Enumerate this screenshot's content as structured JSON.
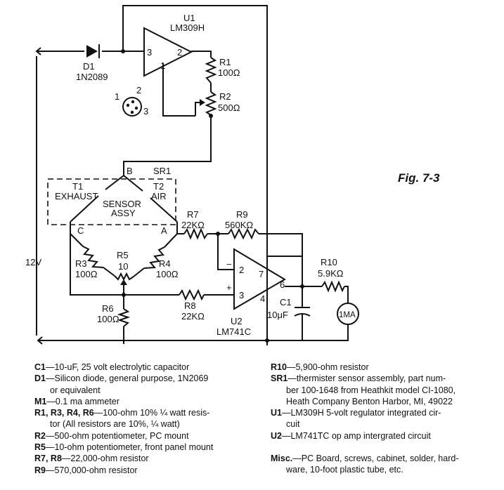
{
  "figure_caption": "Fig. 7-3",
  "schematic": {
    "u1": {
      "ref": "U1",
      "part": "LM309H",
      "pin_in": "3",
      "pin_out": "2",
      "pin_gnd": "1"
    },
    "d1": {
      "ref": "D1",
      "part": "1N2089"
    },
    "r1": {
      "ref": "R1",
      "value": "100Ω"
    },
    "r2": {
      "ref": "R2",
      "value": "500Ω"
    },
    "pinout": {
      "p1": "1",
      "p2": "2",
      "p3": "3"
    },
    "sr1": {
      "ref": "SR1",
      "node_b": "B",
      "node_c": "C",
      "node_a": "A",
      "t1_ref": "T1",
      "t1_name": "EXHAUST",
      "t2_ref": "T2",
      "t2_name": "AIR",
      "sensor_line1": "SENSOR",
      "sensor_line2": "ASSY"
    },
    "r7": {
      "ref": "R7",
      "value": "22KΩ"
    },
    "r9": {
      "ref": "R9",
      "value": "560KΩ"
    },
    "r3": {
      "ref": "R3",
      "value": "100Ω"
    },
    "r5": {
      "ref": "R5",
      "value": "10"
    },
    "r4": {
      "ref": "R4",
      "value": "100Ω"
    },
    "r6": {
      "ref": "R6",
      "value": "100Ω"
    },
    "r8": {
      "ref": "R8",
      "value": "22KΩ"
    },
    "r10": {
      "ref": "R10",
      "value": "5.9KΩ"
    },
    "c1": {
      "ref": "C1",
      "value": "10μF"
    },
    "meter": {
      "label": "1MA"
    },
    "u2": {
      "ref": "U2",
      "part": "LM741C",
      "pin2": "2",
      "pin3": "3",
      "pin4": "4",
      "pin6": "6",
      "pin7": "7",
      "minus": "−",
      "plus": "+"
    },
    "supply": "12V"
  },
  "parts_list": {
    "left": [
      {
        "key": "C1",
        "text": "—10-uF, 25 volt electrolytic capacitor"
      },
      {
        "key": "D1",
        "text": "—Silicon diode, general purpose, 1N2069"
      },
      {
        "key": "",
        "text": "or equivalent"
      },
      {
        "key": "M1",
        "text": "—0.1 ma ammeter"
      },
      {
        "key": "R1, R3, R4, R6",
        "text": "—100-ohm 10% ¼ watt resis-"
      },
      {
        "key": "",
        "text": "tor (All resistors are 10%, ¼ watt)"
      },
      {
        "key": "R2",
        "text": "—500-ohm potentiometer, PC mount"
      },
      {
        "key": "R5",
        "text": "—10-ohm potentiometer, front panel mount"
      },
      {
        "key": "R7, R8",
        "text": "—22,000-ohm resistor"
      },
      {
        "key": "R9",
        "text": "—570,000-ohm resistor"
      }
    ],
    "right": [
      {
        "key": "R10",
        "text": "—5,900-ohm resistor"
      },
      {
        "key": "SR1",
        "text": "—thermister sensor assembly, part num-"
      },
      {
        "key": "",
        "text": "ber 100-1648 from Heathkit model CI-1080,"
      },
      {
        "key": "",
        "text": "Heath Company Benton Harbor, MI, 49022"
      },
      {
        "key": "U1",
        "text": "—LM309H 5-volt regulator integrated cir-"
      },
      {
        "key": "",
        "text": "cuit"
      },
      {
        "key": "U2",
        "text": "—LM741TC op amp intergrated circuit"
      },
      {
        "key": "",
        "text": ""
      },
      {
        "key": "Misc.",
        "text": "—PC Board, screws, cabinet, solder, hard-"
      },
      {
        "key": "",
        "text": "ware, 10-foot plastic tube, etc."
      }
    ]
  }
}
